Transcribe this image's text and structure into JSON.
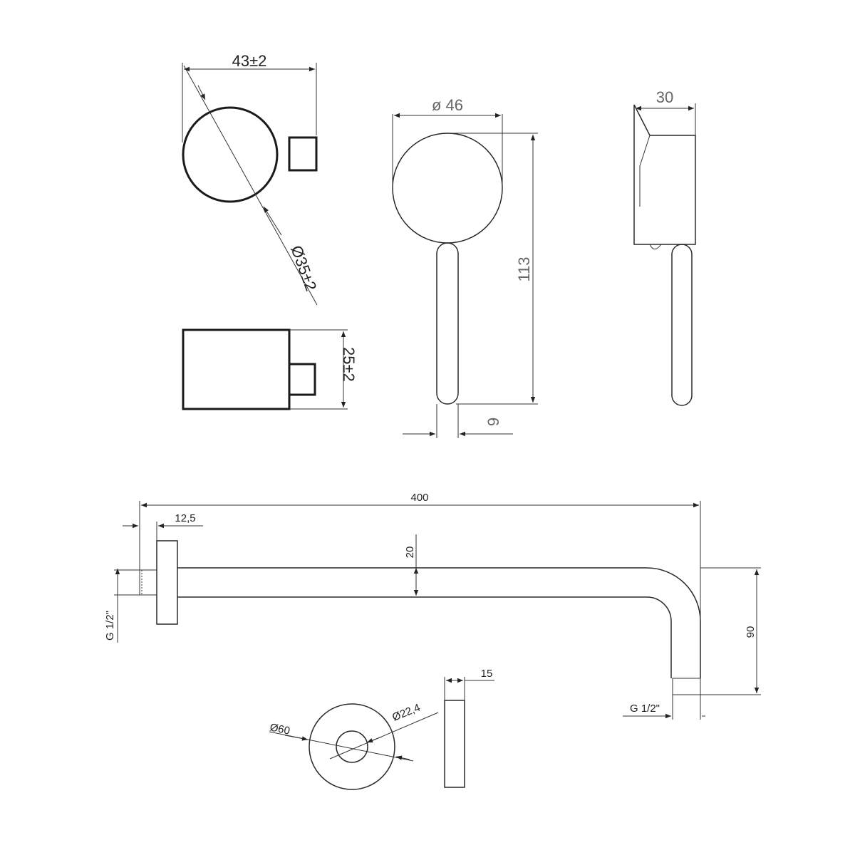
{
  "drawing": {
    "labels": {
      "knob_width": "43±2",
      "knob_diameter": "Ø35±2",
      "knob_depth": "25±2",
      "handle_diameter": "ø 46",
      "handle_height": "113",
      "handle_stem": "9",
      "side_depth": "30",
      "arm_length": "400",
      "flange_thickness": "12,5",
      "arm_tube": "20",
      "arm_drop": "90",
      "thread_left": "G 1/2\"",
      "thread_right": "G 1/2\"",
      "rosette_outer": "Ø60",
      "rosette_inner": "Ø22,4",
      "rosette_depth": "15"
    }
  }
}
